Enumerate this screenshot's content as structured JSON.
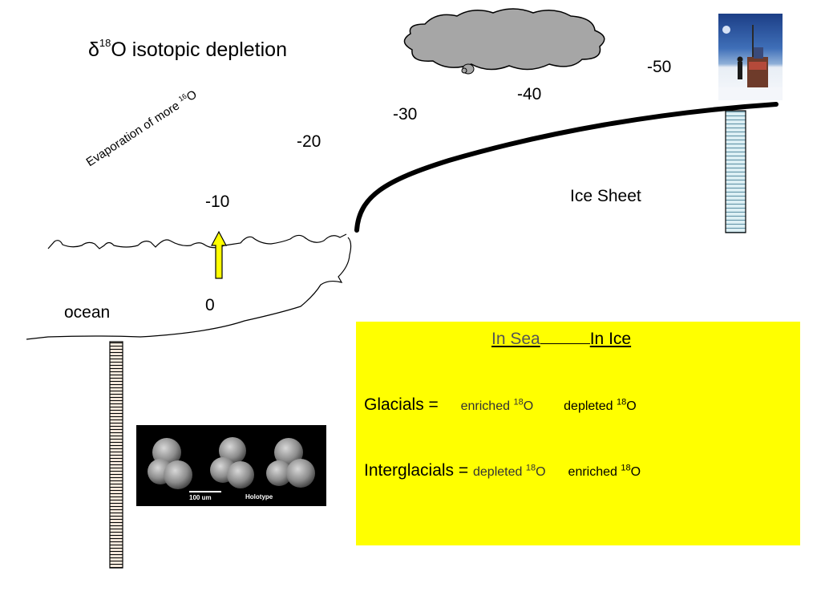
{
  "title": {
    "symbol": "δ",
    "superscript": "18",
    "text": "O isotopic depletion"
  },
  "evaporation": {
    "text": "Evaporation of more ",
    "superscript": "16",
    "element": "O"
  },
  "depletion_values": [
    "0",
    "-10",
    "-20",
    "-30",
    "-40",
    "-50"
  ],
  "labels": {
    "ocean": "ocean",
    "ice_sheet": "Ice Sheet"
  },
  "micrograph": {
    "scale_bar": "100 um",
    "caption": "Holotype"
  },
  "infobox": {
    "col_sea": "In Sea",
    "col_ice": "In Ice",
    "glacials": {
      "label": "Glacials = ",
      "sea": "enriched ",
      "sea_sup": "18",
      "sea_el": "O",
      "ice": "depleted ",
      "ice_sup": "18",
      "ice_el": "O"
    },
    "interglacials": {
      "label": "Interglacials = ",
      "sea": "depleted ",
      "sea_sup": "18",
      "sea_el": "O",
      "ice": "enriched ",
      "ice_sup": "18",
      "ice_el": "O"
    }
  },
  "colors": {
    "box": "#ffff00",
    "arrow": "#ffff00",
    "cloud": "#a6a6a6",
    "ice_core": "#dbeef3",
    "sediment_core": "#f2e6d9"
  }
}
